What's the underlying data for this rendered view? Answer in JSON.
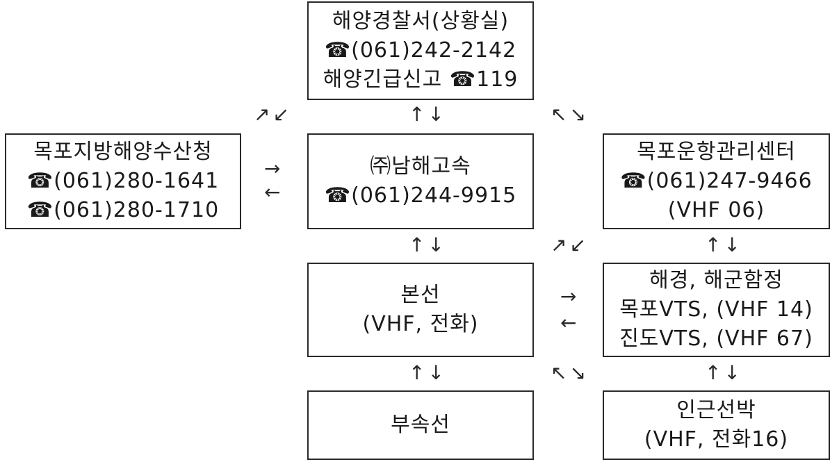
{
  "boxes": {
    "coast_guard": {
      "lines": [
        "해양경찰서(상황실)",
        "☎(061)242-2142",
        "해양긴급신고 ☎119"
      ]
    },
    "fisheries_office": {
      "lines": [
        "목포지방해양수산청",
        "☎(061)280-1641",
        "☎(061)280-1710"
      ]
    },
    "namhae_express": {
      "lines": [
        "㈜남해고속",
        "☎(061)244-9915"
      ]
    },
    "mokpo_operations": {
      "lines": [
        "목포운항관리센터",
        "☎(061)247-9466",
        "(VHF 06)"
      ]
    },
    "main_vessel": {
      "lines": [
        "본선",
        "(VHF, 전화)"
      ]
    },
    "navy_coast_guard": {
      "lines": [
        "해경, 해군함정",
        "목포VTS, (VHF 14)",
        "진도VTS, (VHF 67)"
      ]
    },
    "auxiliary_vessel": {
      "lines": [
        "부속선"
      ]
    },
    "nearby_vessels": {
      "lines": [
        "인근선박",
        "(VHF, 전화16)"
      ]
    }
  },
  "arrows": {
    "diag_ne_sw": "↗↙",
    "diag_nw_se": "↖↘",
    "vertical": "↑↓",
    "right": "→",
    "left": "←"
  }
}
